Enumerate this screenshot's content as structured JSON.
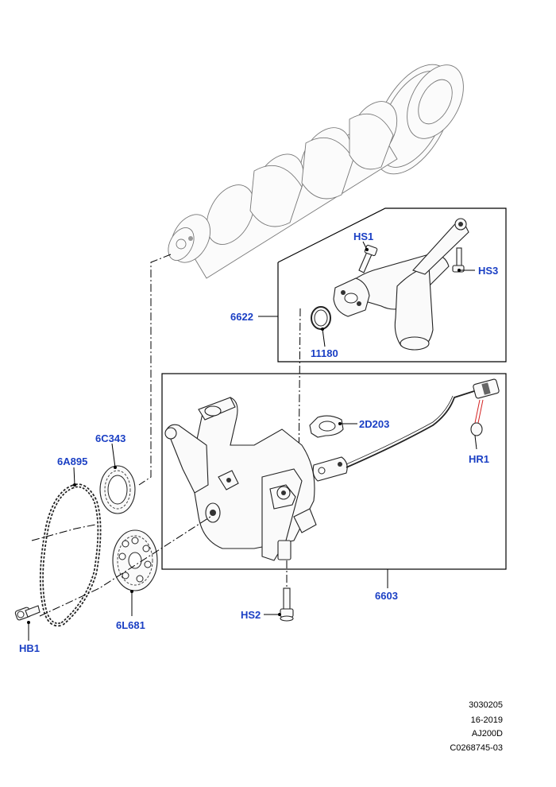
{
  "callouts": {
    "hs1": "HS1",
    "hs3": "HS3",
    "p6622": "6622",
    "p11180": "11180",
    "p6c343": "6C343",
    "p2d203": "2D203",
    "p6a895": "6A895",
    "hr1": "HR1",
    "p6603": "6603",
    "hs2": "HS2",
    "p6l681": "6L681",
    "hb1": "HB1"
  },
  "reference": {
    "line1": "3030205",
    "line2": "16-2019",
    "line3": "AJ200D",
    "line4": "C0268745-03"
  },
  "colors": {
    "callout": "#1a3fc4",
    "line": "#000000",
    "sensor_wire": "#d42020"
  }
}
